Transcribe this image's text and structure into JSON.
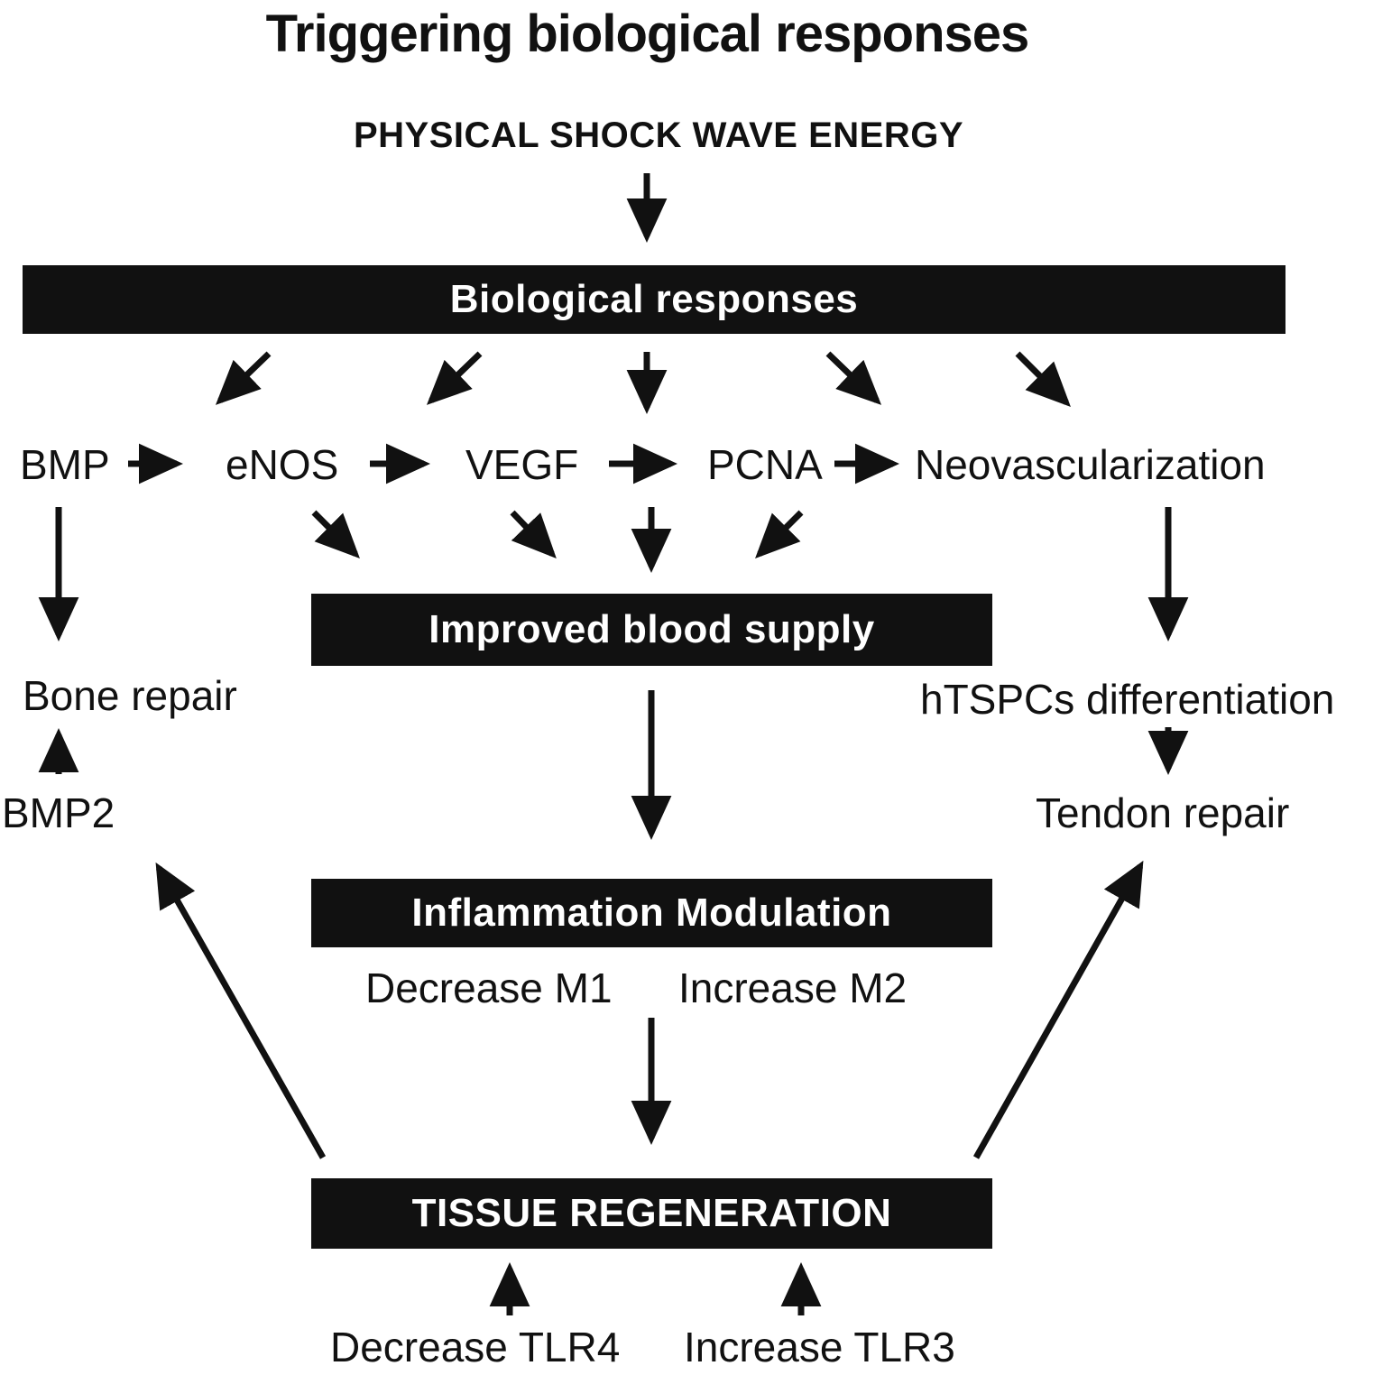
{
  "title": "Triggering biological responses",
  "input": "PHYSICAL SHOCK WAVE ENERGY",
  "bars": {
    "biological": "Biological responses",
    "blood": "Improved blood supply",
    "inflammation": "Inflammation Modulation",
    "regeneration": "TISSUE REGENERATION"
  },
  "mediators": {
    "bmp": "BMP",
    "enos": "eNOS",
    "vegf": "VEGF",
    "pcna": "PCNA",
    "neo": "Neovascularization"
  },
  "outcomes": {
    "bone_repair": "Bone repair",
    "bmp2": "BMP2",
    "htspcs": "hTSPCs differentiation",
    "tendon_repair": "Tendon repair"
  },
  "modulation": {
    "decrease_m1": "Decrease M1",
    "increase_m2": "Increase M2",
    "decrease_tlr4": "Decrease TLR4",
    "increase_tlr3": "Increase TLR3"
  },
  "colors": {
    "bar_background": "#111111",
    "bar_text": "#ffffff",
    "text": "#111111"
  }
}
